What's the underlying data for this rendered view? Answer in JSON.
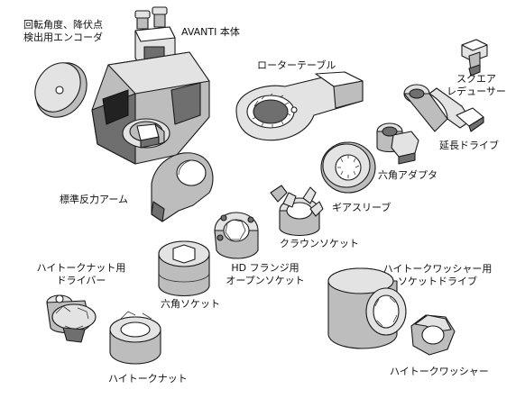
{
  "labels": {
    "encoder_line1": "回転角度、降伏点",
    "encoder_line2": "検出用エンコーダ",
    "avanti_body": "AVANTI 本体",
    "rotor_table": "ローターテーブル",
    "square_reducer_line1": "スクエア",
    "square_reducer_line2": "レデューサー",
    "extension_drive": "延長ドライブ",
    "hex_adapter": "六角アダプタ",
    "gear_sleeve": "ギアスリーブ",
    "reaction_arm": "標準反力アーム",
    "crown_socket": "クラウンソケット",
    "hd_flange_line1": "HD フランジ用",
    "hd_flange_line2": "オープンソケット",
    "hex_socket": "六角ソケット",
    "high_torque_nut_driver_line1": "ハイトークナット用",
    "high_torque_nut_driver_line2": "ドライバー",
    "high_torque_nut": "ハイトークナット",
    "washer_socket_drive_line1": "ハイトークワッシャー用",
    "washer_socket_drive_line2": "ソケットドライブ",
    "high_torque_washer": "ハイトークワッシャー"
  },
  "colors": {
    "ink": "#1a1a1a",
    "shade": "#bdbdbd",
    "light": "#e3e3e3",
    "dark": "#6f6f6f"
  }
}
